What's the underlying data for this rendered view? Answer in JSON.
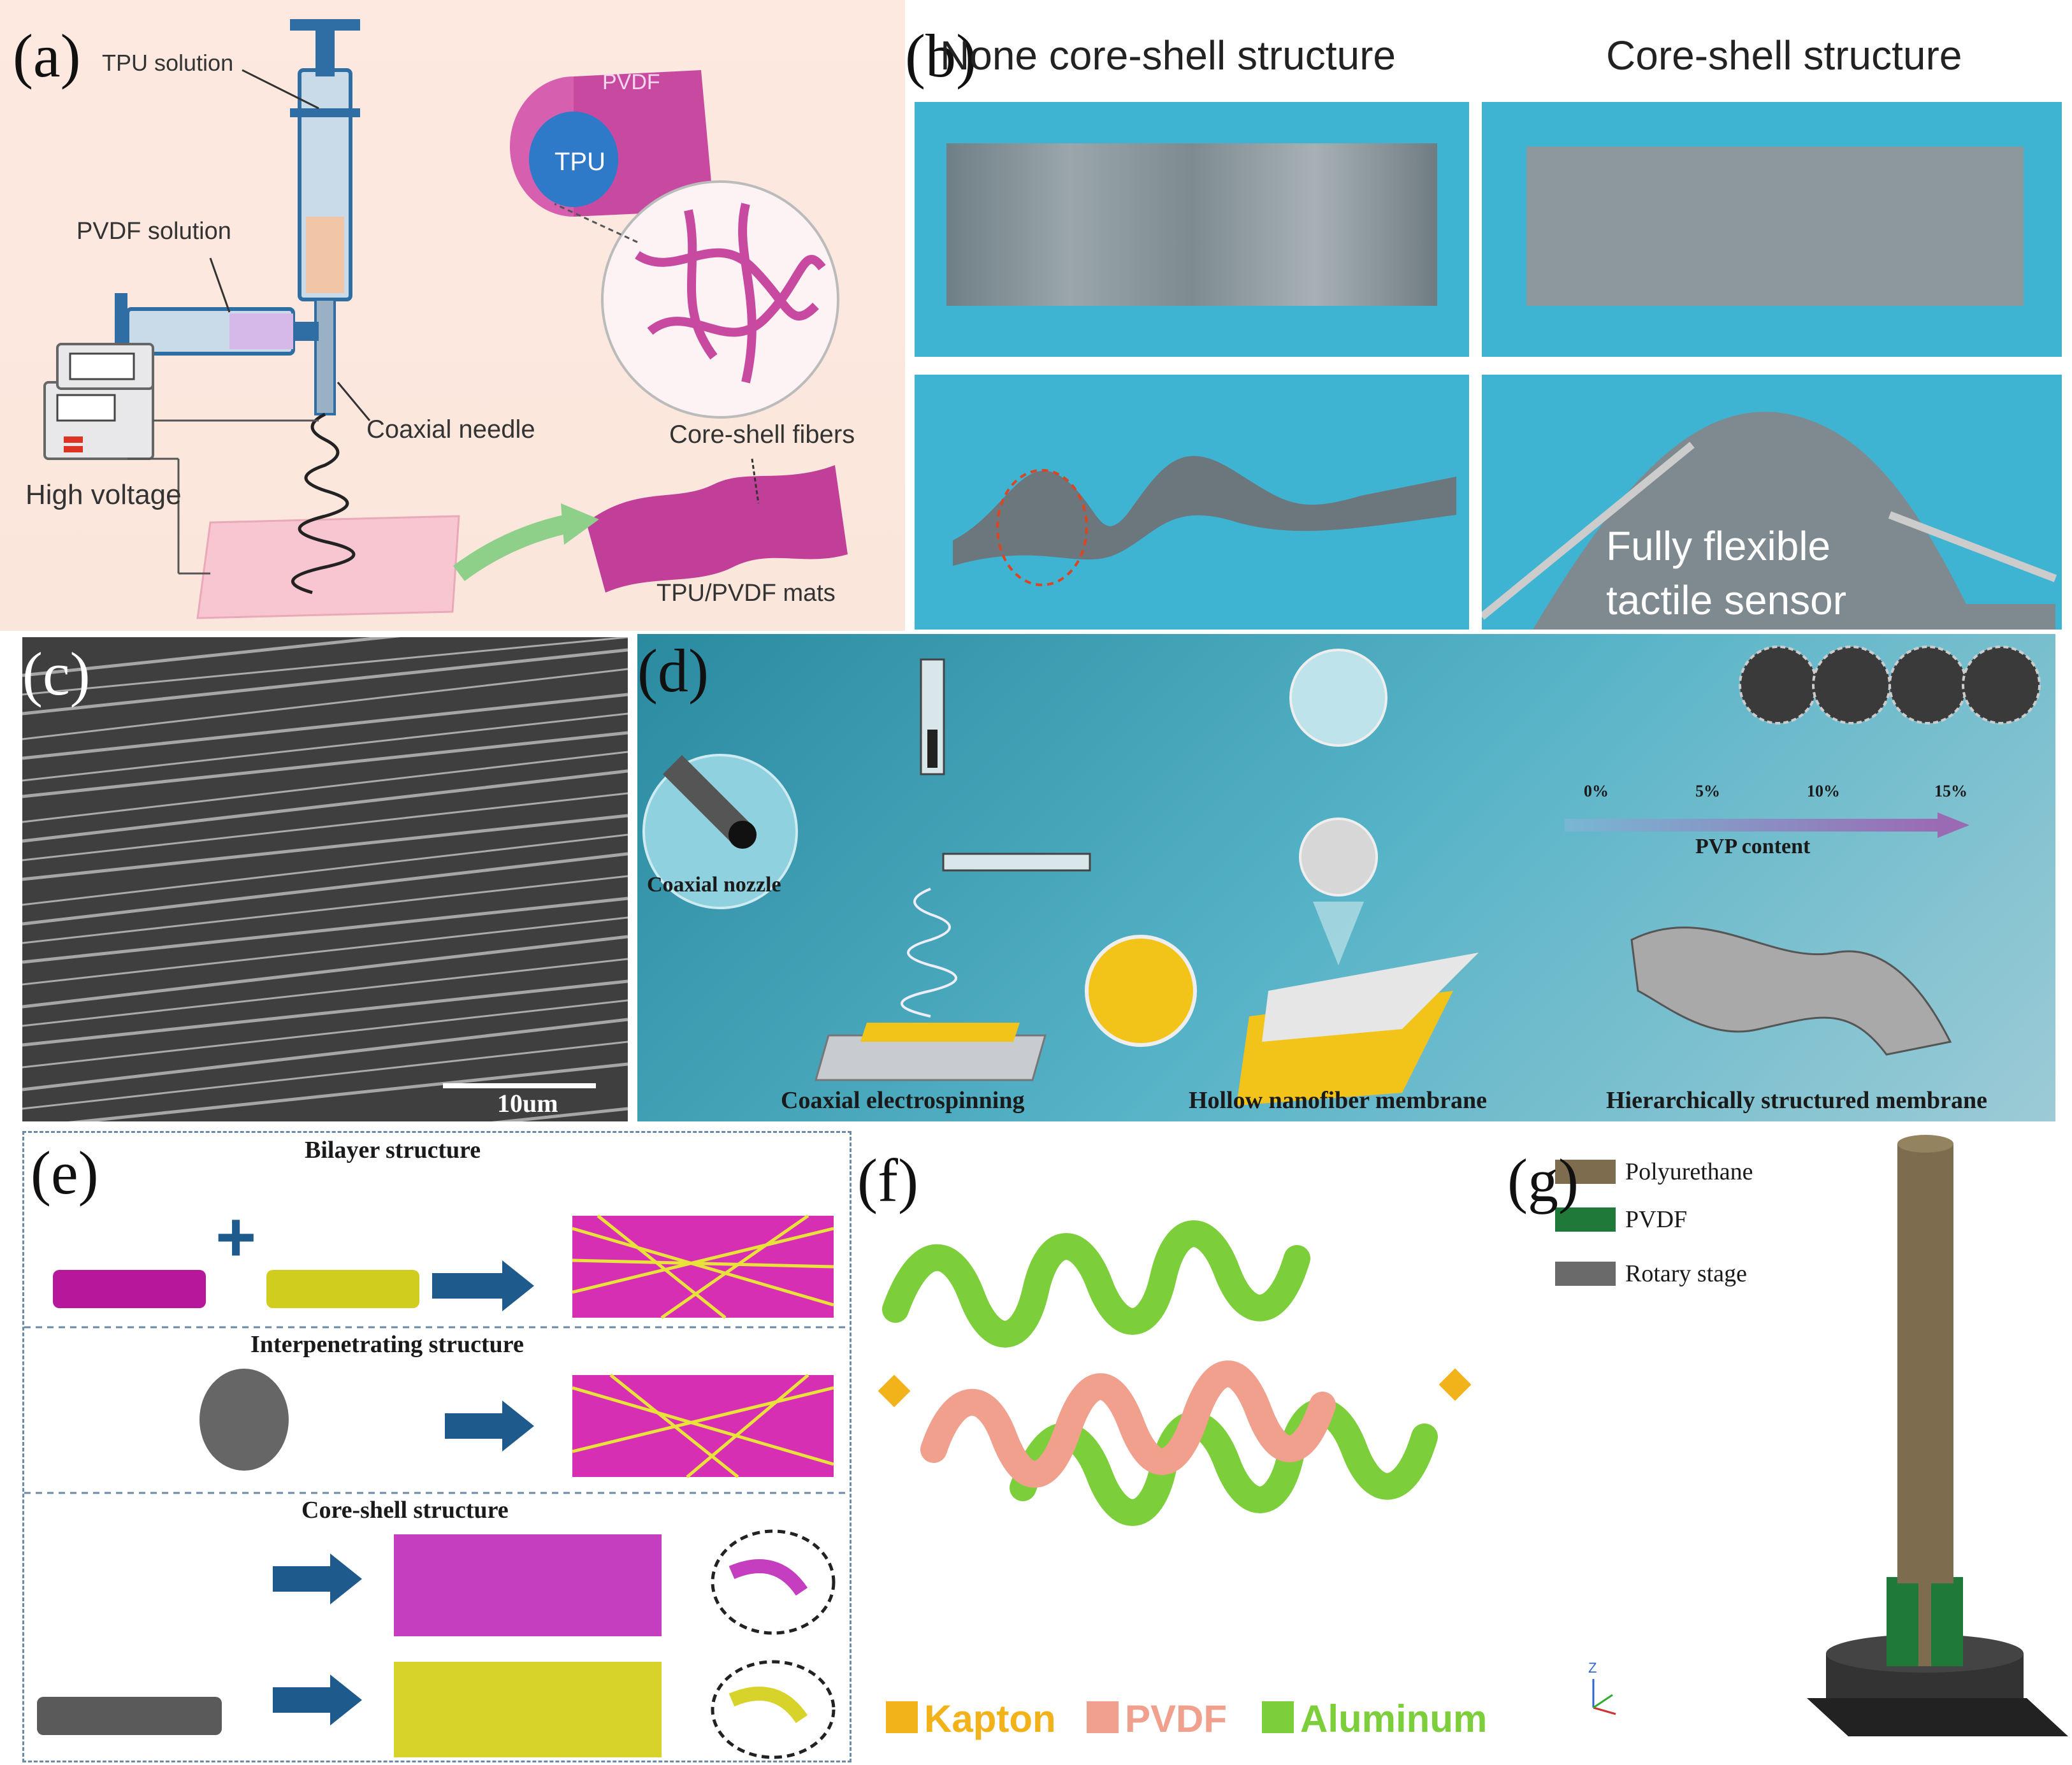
{
  "panels": {
    "a": {
      "label": "(a)",
      "tpu_solution": "TPU solution",
      "pvdf_solution": "PVDF  solution",
      "coaxial_needle": "Coaxial needle",
      "high_voltage": "High voltage",
      "core_shell_fibers": "Core-shell fibers",
      "mats": "TPU/PVDF mats",
      "shell_label": "PVDF",
      "core_label": "TPU"
    },
    "b": {
      "label": "(b)",
      "title_left": "None core-shell structure",
      "title_right": "Core-shell structure",
      "sensor_line1": "Fully flexible",
      "sensor_line2": "tactile sensor"
    },
    "c": {
      "label": "(c)",
      "scalebar": "10um"
    },
    "d": {
      "label": "(d)",
      "coaxial_nozzle": "Coaxial nozzle",
      "caption_1": "Coaxial electrospinning",
      "caption_2": "Hollow nanofiber membrane",
      "caption_3": "Hierarchically structured membrane",
      "pvp_ticks": [
        "0%",
        "5%",
        "10%",
        "15%"
      ],
      "pvp_label": "PVP content"
    },
    "e": {
      "label": "(e)",
      "bilayer": "Bilayer structure",
      "interpenetrating": "Interpenetrating  structure",
      "core_shell": "Core-shell structure",
      "plus": "+"
    },
    "f": {
      "label": "(f)",
      "legend": [
        {
          "name": "Kapton",
          "color": "#f2b21a"
        },
        {
          "name": "PVDF",
          "color": "#f0a08c"
        },
        {
          "name": "Aluminum",
          "color": "#7ccf3a"
        }
      ]
    },
    "g": {
      "label": "(g)",
      "legend": [
        {
          "name": "Polyurethane",
          "color": "#7d6d4e"
        },
        {
          "name": "PVDF",
          "color": "#1f7a3a"
        },
        {
          "name": "Rotary stage",
          "color": "#6a6a6a"
        }
      ],
      "axis_z": "Z"
    }
  }
}
